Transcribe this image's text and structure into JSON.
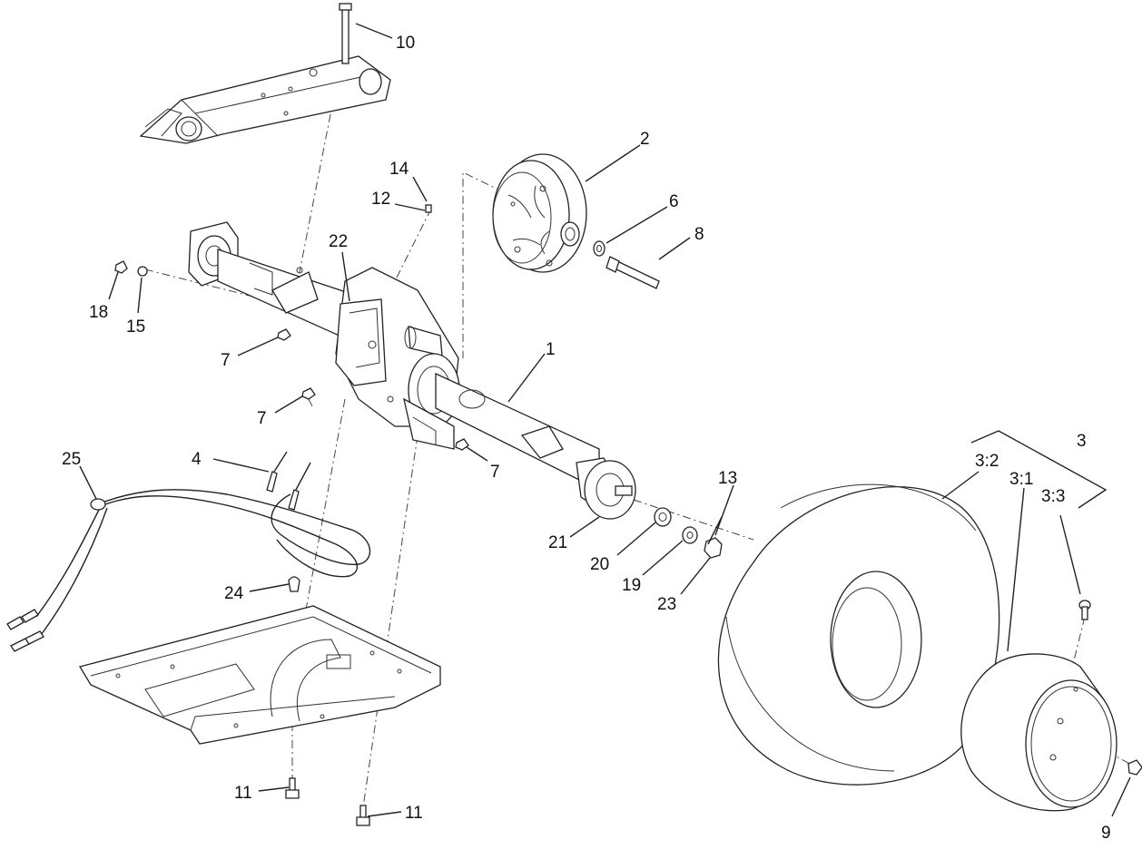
{
  "callouts": {
    "c1": "1",
    "c2": "2",
    "c3": "3",
    "c3_1": "3:1",
    "c3_2": "3:2",
    "c3_3": "3:3",
    "c4": "4",
    "c6": "6",
    "c7a": "7",
    "c7b": "7",
    "c7c": "7",
    "c8": "8",
    "c9": "9",
    "c10": "10",
    "c11a": "11",
    "c11b": "11",
    "c12": "12",
    "c13": "13",
    "c14": "14",
    "c15": "15",
    "c18": "18",
    "c19": "19",
    "c20": "20",
    "c21": "21",
    "c22": "22",
    "c23": "23",
    "c24": "24",
    "c25": "25"
  },
  "colors": {
    "line": "#222222",
    "background": "#ffffff"
  }
}
